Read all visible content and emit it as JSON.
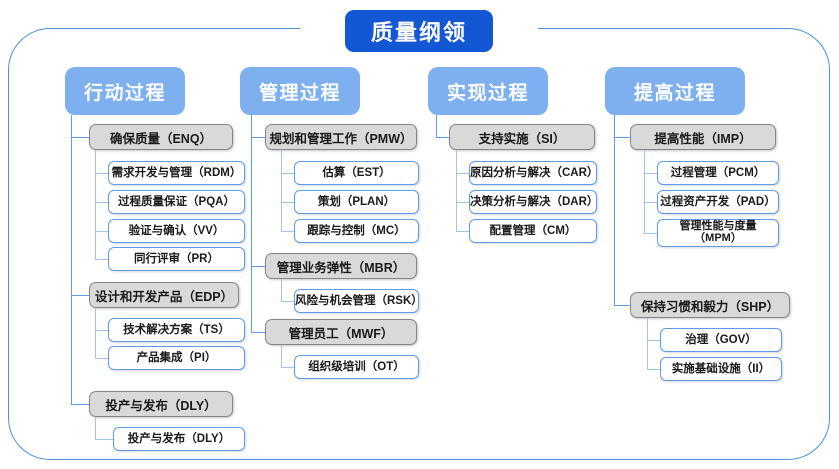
{
  "diagram": {
    "title": "质量纲领",
    "columns": [
      {
        "id": "col-action",
        "header": "行动过程",
        "groups": [
          {
            "id": "group-enq",
            "label": "确保质量（ENQ）",
            "children": [
              {
                "label": "需求开发与管理（RDM）"
              },
              {
                "label": "过程质量保证（PQA）"
              },
              {
                "label": "验证与确认（VV）"
              },
              {
                "label": "同行评审（PR）"
              }
            ]
          },
          {
            "id": "group-edp",
            "label": "设计和开发产品（EDP）",
            "children": [
              {
                "label": "技术解决方案（TS）"
              },
              {
                "label": "产品集成（PI）"
              }
            ]
          },
          {
            "id": "group-dly",
            "label": "投产与发布（DLY）",
            "children": [
              {
                "label": "投产与发布（DLY）"
              }
            ]
          }
        ]
      },
      {
        "id": "col-manage",
        "header": "管理过程",
        "groups": [
          {
            "id": "group-pmw",
            "label": "规划和管理工作（PMW）",
            "children": [
              {
                "label": "估算（EST）"
              },
              {
                "label": "策划（PLAN）"
              },
              {
                "label": "跟踪与控制（MC）"
              }
            ]
          },
          {
            "id": "group-mbr",
            "label": "管理业务弹性（MBR）",
            "children": [
              {
                "label": "风险与机会管理（RSK）"
              }
            ]
          },
          {
            "id": "group-mwf",
            "label": "管理员工（MWF）",
            "children": [
              {
                "label": "组织级培训（OT）"
              }
            ]
          }
        ]
      },
      {
        "id": "col-implement",
        "header": "实现过程",
        "groups": [
          {
            "id": "group-si",
            "label": "支持实施（SI）",
            "children": [
              {
                "label": "原因分析与解决（CAR）"
              },
              {
                "label": "决策分析与解决（DAR）"
              },
              {
                "label": "配置管理（CM）"
              }
            ]
          }
        ]
      },
      {
        "id": "col-improve",
        "header": "提高过程",
        "groups": [
          {
            "id": "group-imp",
            "label": "提高性能（IMP）",
            "children": [
              {
                "label": "过程管理（PCM）"
              },
              {
                "label": "过程资产开发（PAD）"
              },
              {
                "label": "管理性能与度量\n（MPM）"
              }
            ]
          },
          {
            "id": "group-shp",
            "label": "保持习惯和毅力（SHP）",
            "children": [
              {
                "label": "治理（GOV）"
              },
              {
                "label": "实施基础设施（II）"
              }
            ]
          }
        ]
      }
    ]
  },
  "colors": {
    "title_bg": "#1357d4",
    "header_bg": "#7eb0f0",
    "frame_border": "#4a90e2",
    "group_bg": "#d9d9d9",
    "group_border": "#868686",
    "leaf_border": "#5b9bf0",
    "connector": "#5b9bf0"
  }
}
